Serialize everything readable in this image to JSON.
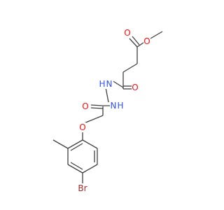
{
  "molecule": {
    "atoms": [
      {
        "label": "O",
        "color": "#ff0d0d"
      },
      {
        "label": "O",
        "color": "#ff0d0d"
      },
      {
        "label": "O",
        "color": "#ff0d0d"
      },
      {
        "label": "O",
        "color": "#ff0d0d"
      },
      {
        "label": "O",
        "color": "#ff0d0d"
      },
      {
        "label": "N",
        "color": "#3050f8"
      },
      {
        "label": "H",
        "color": "#3050f8"
      },
      {
        "label": "N",
        "color": "#3050f8"
      },
      {
        "label": "H",
        "color": "#3050f8"
      },
      {
        "label": "Br",
        "color": "#a62929"
      }
    ],
    "bond_color": "#404040"
  }
}
